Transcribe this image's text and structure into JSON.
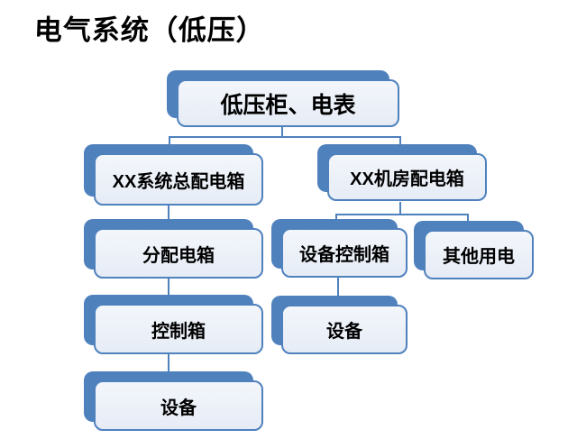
{
  "title": "电气系统（低压）",
  "colors": {
    "accent": "#4f81bd",
    "box_border": "#4f81bd",
    "box_fill_top": "#f3f6fb",
    "box_fill_bottom": "#e6ecf6",
    "text": "#000000",
    "background": "#ffffff"
  },
  "diagram": {
    "type": "hierarchy",
    "nodes": [
      {
        "label": "低压柜、电表",
        "level": 1,
        "parent": null
      },
      {
        "label": "XX系统总配电箱",
        "level": 2,
        "parent": "低压柜、电表"
      },
      {
        "label": "XX机房配电箱",
        "level": 2,
        "parent": "低压柜、电表"
      },
      {
        "label": "分配电箱",
        "level": 3,
        "parent": "XX系统总配电箱"
      },
      {
        "label": "设备控制箱",
        "level": 3,
        "parent": "XX机房配电箱"
      },
      {
        "label": "其他用电",
        "level": 3,
        "parent": "XX机房配电箱"
      },
      {
        "label": "控制箱",
        "level": 4,
        "parent": "分配电箱"
      },
      {
        "label": "设备",
        "level": 4,
        "parent": "设备控制箱"
      },
      {
        "label": "设备",
        "level": 5,
        "parent": "控制箱"
      }
    ]
  }
}
